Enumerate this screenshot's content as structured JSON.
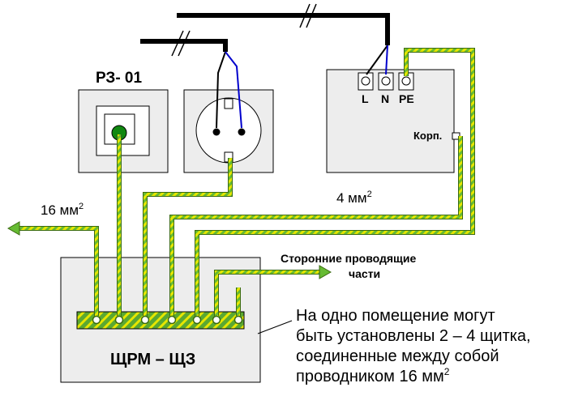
{
  "labels": {
    "rz": "РЗ- 01",
    "terminal_l": "L",
    "terminal_n": "N",
    "terminal_pe": "PE",
    "korp": "Корп.",
    "wire_16": "16 мм",
    "wire_16_sup": "2",
    "wire_4": "4 мм",
    "wire_4_sup": "2",
    "side_parts_line1": "Сторонние проводящие",
    "side_parts_line2": "части",
    "panel_title": "ЩРМ – ЩЗ",
    "note_line1": "На одно помещение могут",
    "note_line2": "быть установлены 2 – 4 щитка,",
    "note_line3": "соединенные между собой",
    "note_line4": "проводником 16 мм",
    "note_sup": "2"
  },
  "colors": {
    "box_fill": "#ededed",
    "box_stroke": "#000000",
    "pe_yellow": "#e6e600",
    "pe_green": "#66bb33",
    "bus_fill": "#5aa832",
    "neutral_blue": "#0000cc",
    "phase_black": "#000000",
    "socket_dot_green": "#118811"
  }
}
